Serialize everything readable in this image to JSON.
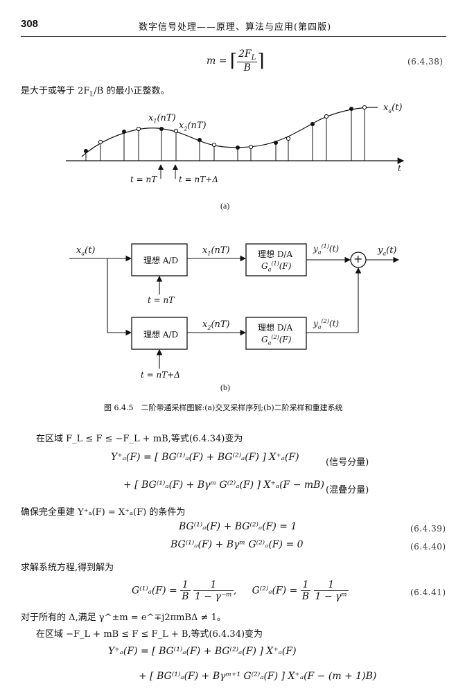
{
  "header": {
    "page_number": "308",
    "title": "数字信号处理——原理、算法与应用(第四版)"
  },
  "eq_6_4_38": {
    "lhs": "m =",
    "num": "2F",
    "num_sub": "L",
    "den": "B",
    "no": "(6.4.38)"
  },
  "text1": "是大于或等于 2F",
  "text1_sub": "L",
  "text1_tail": "/B 的最小正整数。",
  "fig_a": {
    "x1": "x",
    "x1_sub": "1",
    "x1_arg": "(nT)",
    "x2": "x",
    "x2_sub": "2",
    "x2_arg": "(nT)",
    "xa": "x",
    "xa_sub": "a",
    "xa_arg": "(t)",
    "t_axis": "t",
    "t1": "t = nT",
    "t2": "t = nT+Δ",
    "label": "(a)"
  },
  "fig_b": {
    "input": "x",
    "input_sub": "a",
    "input_arg": "(t)",
    "ad1": "理想 A/D",
    "ad2": "理想 A/D",
    "da1_l1": "理想 D/A",
    "da1_l2": "G",
    "da1_sub": "a",
    "da1_sup": "(1)",
    "da1_arg": "(F)",
    "da2_l1": "理想 D/A",
    "da2_l2": "G",
    "da2_sub": "a",
    "da2_sup": "(2)",
    "da2_arg": "(F)",
    "x1": "x",
    "x1_sub": "1",
    "x1_arg": "(nT)",
    "x2": "x",
    "x2_sub": "2",
    "x2_arg": "(nT)",
    "y1": "y",
    "y1_sub": "a",
    "y1_sup": "(1)",
    "y1_arg": "(t)",
    "y2": "y",
    "y2_sub": "a",
    "y2_sup": "(2)",
    "y2_arg": "(t)",
    "out": "y",
    "out_sub": "a",
    "out_arg": "(t)",
    "t1": "t = nT",
    "t2": "t = nT+Δ",
    "sum": "+",
    "label": "(b)"
  },
  "caption": "图 6.4.5　二阶带通采样图解:(a)交叉采样序列;(b)二阶采样和重建系统",
  "para1": "在区域 F_L ≤ F ≤ −F_L + mB,等式(6.4.34)变为",
  "eq1_line1": "Y⁺ₐ(F) = [ BG⁽¹⁾ₐ(F) + BG⁽²⁾ₐ(F) ] X⁺ₐ(F)",
  "eq1_tag1": "(信号分量)",
  "eq1_line2": "+ [ BG⁽¹⁾ₐ(F) + Bγᵐ G⁽²⁾ₐ(F) ] X⁺ₐ(F − mB)",
  "eq1_tag2": "(混叠分量)",
  "para2": "确保完全重建 Y⁺ₐ(F) = X⁺ₐ(F) 的条件为",
  "eq_6_4_39": {
    "expr": "BG⁽¹⁾ₐ(F) + BG⁽²⁾ₐ(F) = 1",
    "no": "(6.4.39)"
  },
  "eq_6_4_40": {
    "expr": "BG⁽¹⁾ₐ(F) + Bγᵐ G⁽²⁾ₐ(F) = 0",
    "no": "(6.4.40)"
  },
  "para3": "求解系统方程,得到解为",
  "eq_6_4_41": {
    "g1": "G⁽¹⁾ₐ(F) =",
    "g1_f1n": "1",
    "g1_f1d": "B",
    "g1_f2n": "1",
    "g1_f2d": "1 − γ⁻ᵐ",
    "sep": ",",
    "g2": "G⁽²⁾ₐ(F) =",
    "g2_f1n": "1",
    "g2_f1d": "B",
    "g2_f2n": "1",
    "g2_f2d": "1 − γᵐ",
    "no": "(6.4.41)"
  },
  "para4": "对于所有的 Δ,满足 γ^±m = e^∓j2πmBΔ ≠ 1。",
  "para5": "在区域 −F_L + mB ≤ F ≤ F_L + B,等式(6.4.34)变为",
  "eq2_line1": "Y⁺ₐ(F) = [ BG⁽¹⁾ₐ(F) + BG⁽²⁾ₐ(F) ] X⁺ₐ(F)",
  "eq2_line2": "+ [ BG⁽¹⁾ₐ(F) + Bγᵐ⁺¹ G⁽²⁾ₐ(F) ] X⁺ₐ(F − (m + 1)B)"
}
